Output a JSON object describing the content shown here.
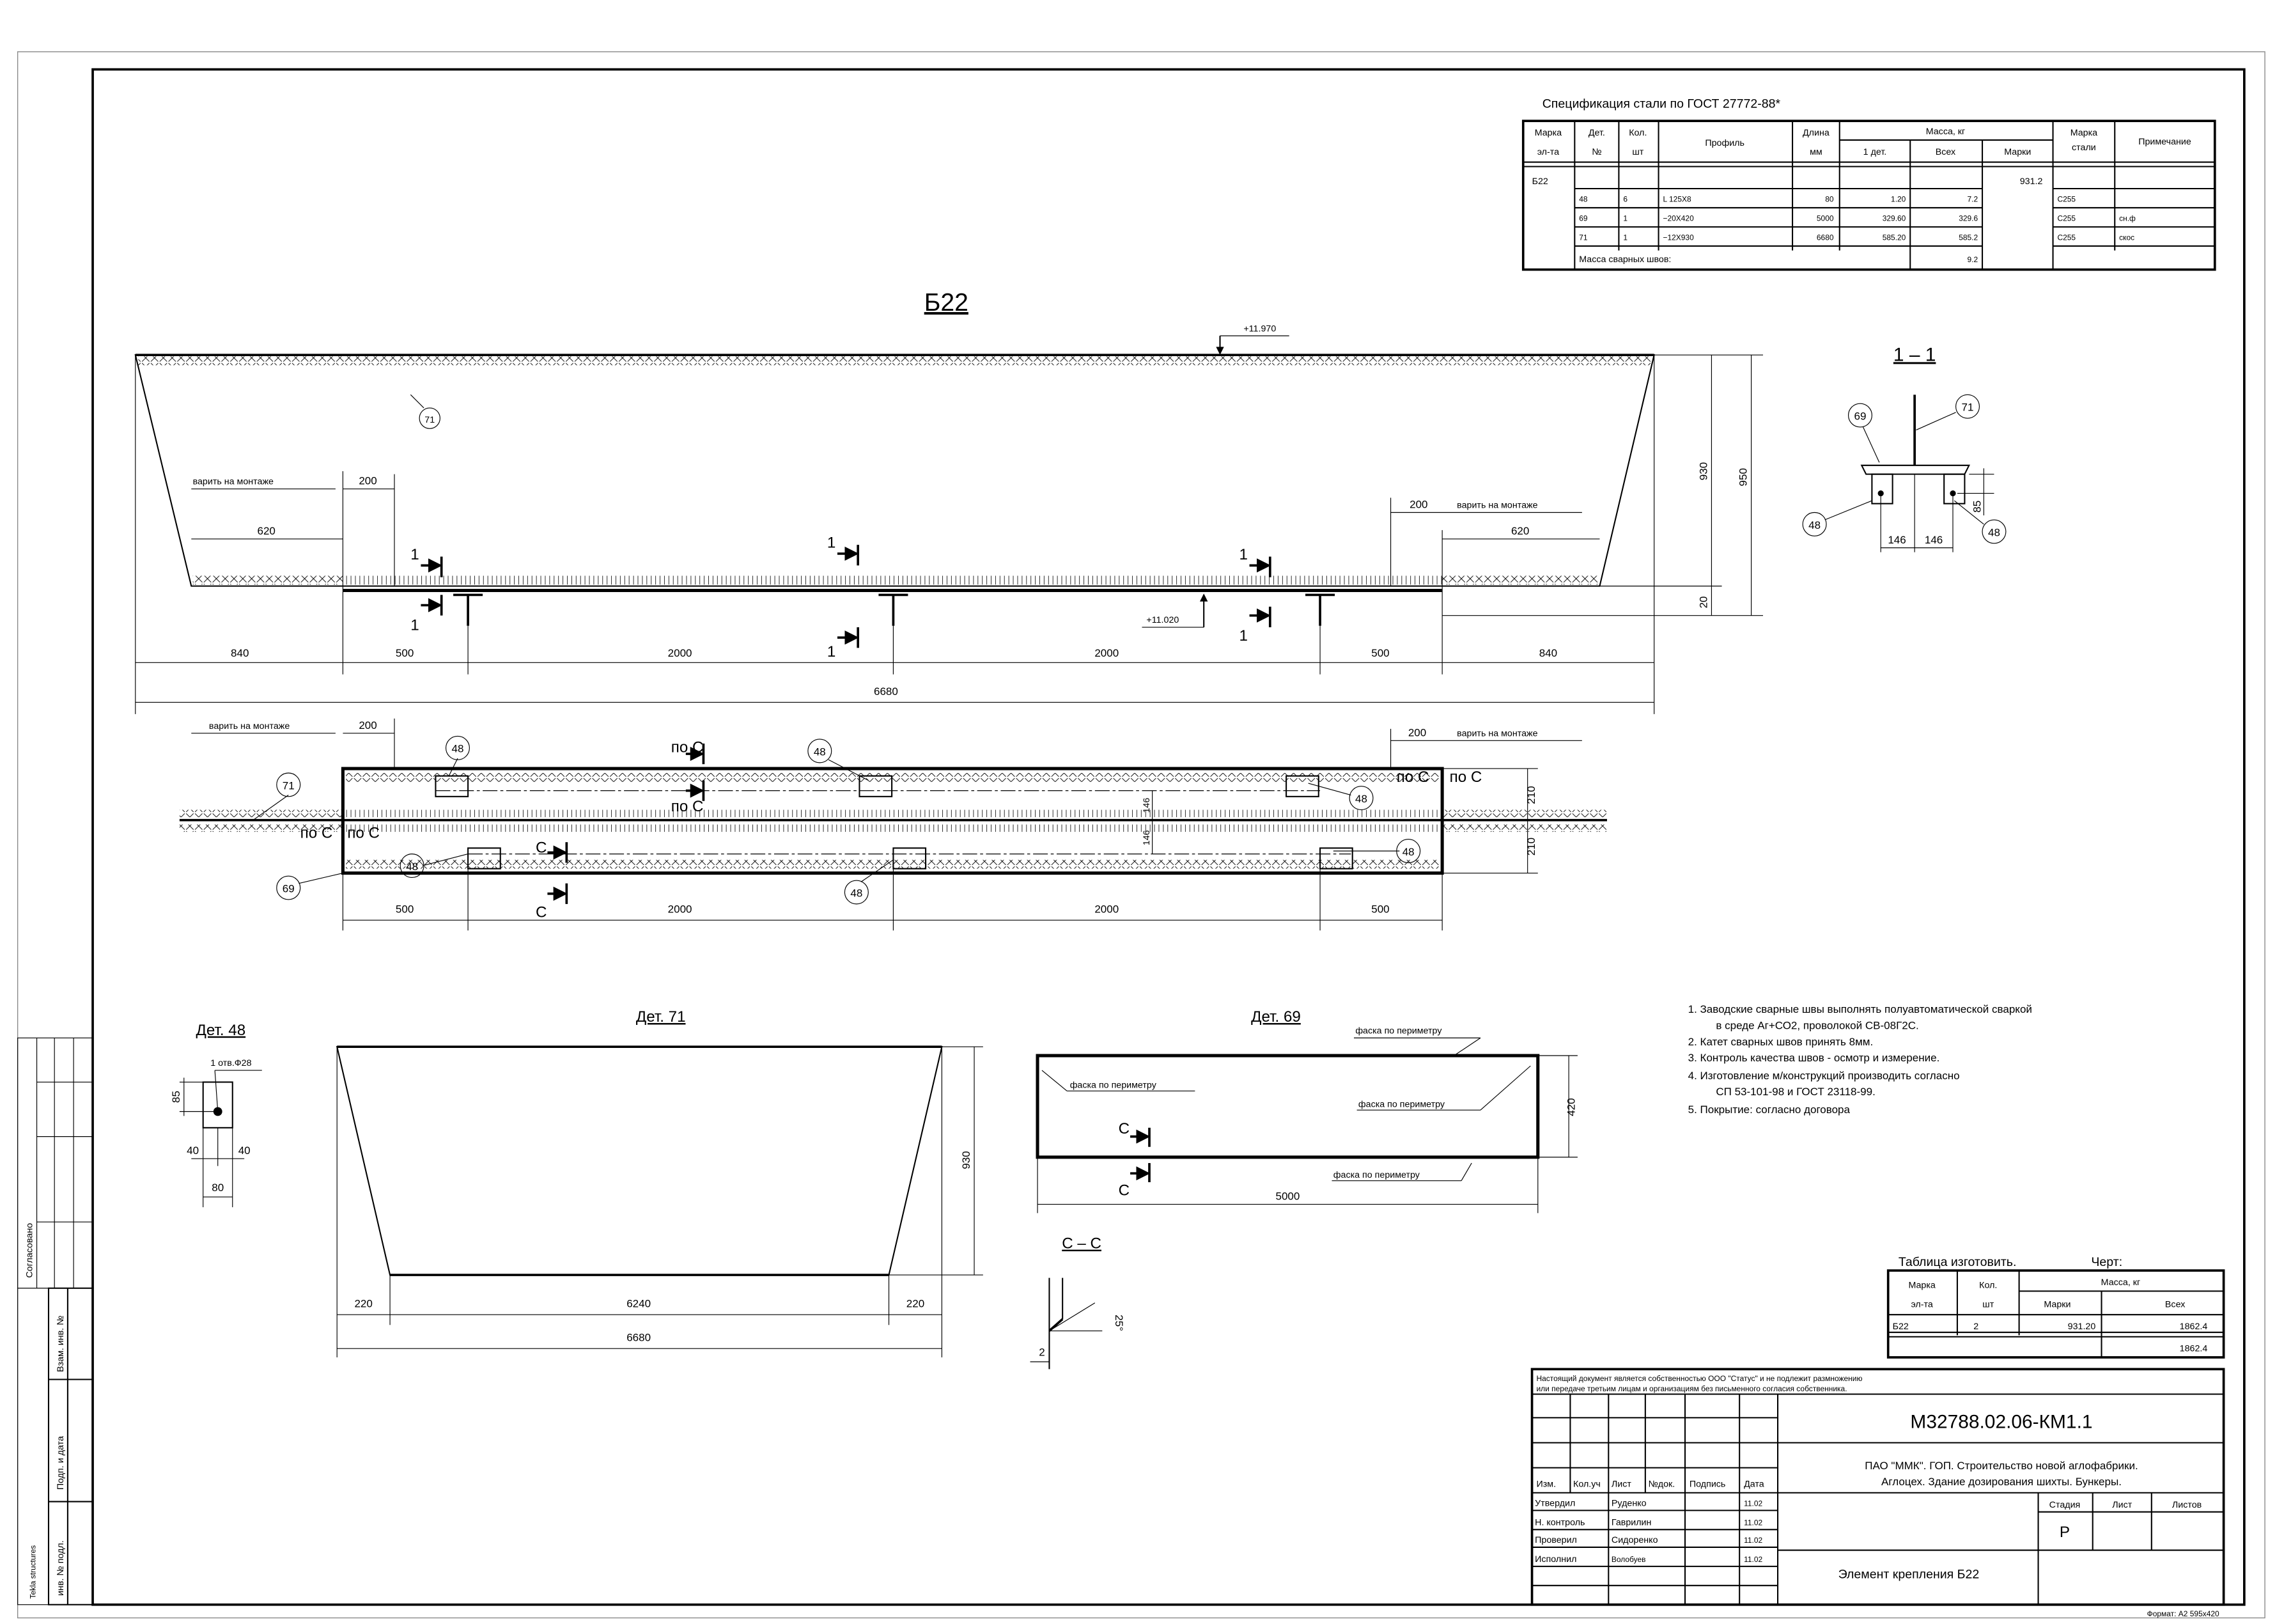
{
  "spec": {
    "title": "Спецификация стали по ГОСТ 27772-88*",
    "headers": {
      "mark": [
        "Марка",
        "эл-та"
      ],
      "det": [
        "Дет.",
        "№"
      ],
      "qty": [
        "Кол.",
        "шт"
      ],
      "profile": "Профиль",
      "length": [
        "Длина",
        "мм"
      ],
      "mass": "Масса, кг",
      "mass_one": "1 дет.",
      "mass_all": "Всех",
      "mass_mark": "Марки",
      "steel": [
        "Марка",
        "стали"
      ],
      "note": "Примечание"
    },
    "element": "Б22",
    "element_mass": "931.2",
    "rows": [
      {
        "det": "48",
        "qty": "6",
        "profile": "L 125X8",
        "length": "80",
        "mass_one": "1.20",
        "mass_all": "7.2",
        "steel": "С255",
        "note": ""
      },
      {
        "det": "69",
        "qty": "1",
        "profile": "−20X420",
        "length": "5000",
        "mass_one": "329.60",
        "mass_all": "329.6",
        "steel": "С255",
        "note": "сн.ф"
      },
      {
        "det": "71",
        "qty": "1",
        "profile": "−12X930",
        "length": "6680",
        "mass_one": "585.20",
        "mass_all": "585.2",
        "steel": "С255",
        "note": "скос"
      }
    ],
    "weld_label": "Масса сварных швов:",
    "weld_mass": "9.2"
  },
  "elevation": {
    "title": "Б22",
    "level_top": "+11.970",
    "level_bottom": "+11.020",
    "callout_71": "71",
    "weld_site_left": "варить на монтаже",
    "weld_site_right": "варить на монтаже",
    "dim_200_left": "200",
    "dim_200_right": "200",
    "dim_620_left": "620",
    "dim_620_right": "620",
    "dims_bottom": [
      "840",
      "500",
      "2000",
      "2000",
      "500",
      "840"
    ],
    "dim_total": "6680",
    "dim_930": "930",
    "dim_950": "950",
    "dim_20": "20",
    "section_mark": "1"
  },
  "section_1_1": {
    "title": "1 – 1",
    "callouts": [
      "69",
      "71",
      "48",
      "48"
    ],
    "dim_85": "85",
    "dim_146_left": "146",
    "dim_146_right": "146"
  },
  "plan": {
    "weld_site_left": "варить на монтаже",
    "weld_site_right": "варить на монтаже",
    "dim_200_left": "200",
    "dim_200_right": "200",
    "callouts_48": [
      "48",
      "48",
      "48",
      "48",
      "48",
      "48"
    ],
    "callout_71": "71",
    "callout_69": "69",
    "weld_ref": "по С",
    "section_c": "С",
    "dims_bottom": [
      "500",
      "2000",
      "2000",
      "500"
    ],
    "dim_210_top": "210",
    "dim_210_bottom": "210",
    "dim_146_top": "146",
    "dim_146_bottom": "146"
  },
  "det48": {
    "title": "Дет. 48",
    "hole": "1 отв.Ф28",
    "dim_85": "85",
    "dim_40_left": "40",
    "dim_40_right": "40",
    "dim_80": "80"
  },
  "det71": {
    "title": "Дет. 71",
    "dim_220_left": "220",
    "dim_6240": "6240",
    "dim_220_right": "220",
    "dim_6680": "6680",
    "dim_930": "930"
  },
  "det69": {
    "title": "Дет. 69",
    "chamfer": "фаска по периметру",
    "dim_420": "420",
    "dim_5000": "5000",
    "section_c": "С"
  },
  "section_cc": {
    "title": "С – С",
    "angle": "25°",
    "dim_2": "2"
  },
  "notes": [
    "1. Заводские сварные швы выполнять полуавтоматической сваркой",
    "в среде Аг+СО2, проволокой СВ-08Г2С.",
    "2. Катет сварных швов принять 8мм.",
    "3. Контроль качества швов - осмотр и измерение.",
    "4. Изготовление м/конструкций производить согласно",
    "СП 53-101-98 и ГОСТ 23118-99.",
    "5. Покрытие: согласно договора"
  ],
  "fabrication": {
    "title": "Таблица изготовить.",
    "drawing": "Черт:",
    "headers": {
      "mark": [
        "Марка",
        "эл-та"
      ],
      "qty": [
        "Кол.",
        "шт"
      ],
      "mass": "Масса, кг",
      "mass_mark": "Марки",
      "mass_all": "Всех"
    },
    "row": {
      "mark": "Б22",
      "qty": "2",
      "mass_mark": "931.20",
      "mass_all": "1862.4"
    },
    "total": "1862.4"
  },
  "title_block": {
    "ownership": [
      "Настоящий документ является собственностью ООО \"Статус\" и не подлежит размножению",
      "или передаче третьим лицам и организациям без письменного согласия собственника."
    ],
    "doc_number": "М32788.02.06-КМ1.1",
    "project": [
      "ПАО \"ММК\". ГОП. Строительство новой аглофабрики.",
      "Аглоцех. Здание дозирования шихты. Бункеры."
    ],
    "columns": [
      "Изм.",
      "Кол.уч",
      "Лист",
      "№док.",
      "Подпись",
      "Дата"
    ],
    "signers": [
      {
        "role": "Утвердил",
        "name": "Руденко",
        "date": "11.02"
      },
      {
        "role": "Н. контроль",
        "name": "Гаврилин",
        "date": "11.02"
      },
      {
        "role": "Проверил",
        "name": "Сидоренко",
        "date": "11.02"
      },
      {
        "role": "Исполнил",
        "name": "Волобуев",
        "date": "11.02"
      }
    ],
    "stage_label": "Стадия",
    "sheet_label": "Лист",
    "sheets_label": "Листов",
    "stage": "Р",
    "drawing_title": "Элемент крепления Б22",
    "format": "Формат: А2  595x420"
  },
  "side_stamp": {
    "agreed": "Согласовано",
    "replaced": "Взам. инв. №",
    "signature_date": "Подп. и дата",
    "inventory": "инв. № подл.",
    "software": "Tekla structures"
  }
}
